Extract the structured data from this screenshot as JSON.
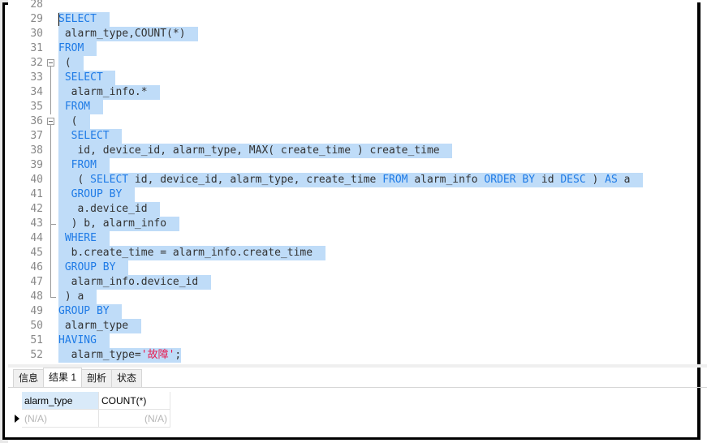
{
  "editor": {
    "lines": [
      {
        "n": "28",
        "fold": "",
        "tokens": []
      },
      {
        "n": "29",
        "fold": "",
        "tokens": [
          {
            "t": "SELECT",
            "k": "kw"
          },
          {
            "t": "  ",
            "k": ""
          }
        ]
      },
      {
        "n": "30",
        "fold": "",
        "tokens": [
          {
            "t": " alarm_type,COUNT(*)  ",
            "k": ""
          }
        ]
      },
      {
        "n": "31",
        "fold": "",
        "tokens": [
          {
            "t": "FROM",
            "k": "kw"
          },
          {
            "t": "  ",
            "k": ""
          }
        ]
      },
      {
        "n": "32",
        "fold": "open",
        "tokens": [
          {
            "t": " (  ",
            "k": ""
          }
        ]
      },
      {
        "n": "33",
        "fold": "line",
        "tokens": [
          {
            "t": " ",
            "k": ""
          },
          {
            "t": "SELECT",
            "k": "kw"
          },
          {
            "t": "  ",
            "k": ""
          }
        ]
      },
      {
        "n": "34",
        "fold": "line",
        "tokens": [
          {
            "t": "  alarm_info.*  ",
            "k": ""
          }
        ]
      },
      {
        "n": "35",
        "fold": "line",
        "tokens": [
          {
            "t": " ",
            "k": ""
          },
          {
            "t": "FROM",
            "k": "kw"
          },
          {
            "t": "  ",
            "k": ""
          }
        ]
      },
      {
        "n": "36",
        "fold": "open",
        "tokens": [
          {
            "t": "  (  ",
            "k": ""
          }
        ]
      },
      {
        "n": "37",
        "fold": "line",
        "tokens": [
          {
            "t": "  ",
            "k": ""
          },
          {
            "t": "SELECT",
            "k": "kw"
          },
          {
            "t": "  ",
            "k": ""
          }
        ]
      },
      {
        "n": "38",
        "fold": "line",
        "tokens": [
          {
            "t": "   id, device_id, alarm_type, MAX( create_time ) create_time  ",
            "k": ""
          }
        ]
      },
      {
        "n": "39",
        "fold": "line",
        "tokens": [
          {
            "t": "  ",
            "k": ""
          },
          {
            "t": "FROM",
            "k": "kw"
          },
          {
            "t": "  ",
            "k": ""
          }
        ]
      },
      {
        "n": "40",
        "fold": "line",
        "tokens": [
          {
            "t": "   ( ",
            "k": ""
          },
          {
            "t": "SELECT",
            "k": "kw"
          },
          {
            "t": " id, device_id, alarm_type, create_time ",
            "k": ""
          },
          {
            "t": "FROM",
            "k": "kw"
          },
          {
            "t": " alarm_info ",
            "k": ""
          },
          {
            "t": "ORDER BY",
            "k": "kw"
          },
          {
            "t": " id ",
            "k": ""
          },
          {
            "t": "DESC",
            "k": "kw"
          },
          {
            "t": " ) ",
            "k": ""
          },
          {
            "t": "AS",
            "k": "kw"
          },
          {
            "t": " a  ",
            "k": ""
          }
        ]
      },
      {
        "n": "41",
        "fold": "line",
        "tokens": [
          {
            "t": "  ",
            "k": ""
          },
          {
            "t": "GROUP BY",
            "k": "kw"
          },
          {
            "t": "  ",
            "k": ""
          }
        ]
      },
      {
        "n": "42",
        "fold": "line",
        "tokens": [
          {
            "t": "   a.device_id  ",
            "k": ""
          }
        ]
      },
      {
        "n": "43",
        "fold": "end",
        "tokens": [
          {
            "t": "  ) b, alarm_info  ",
            "k": ""
          }
        ]
      },
      {
        "n": "44",
        "fold": "line",
        "tokens": [
          {
            "t": " ",
            "k": ""
          },
          {
            "t": "WHERE",
            "k": "kw"
          },
          {
            "t": "  ",
            "k": ""
          }
        ]
      },
      {
        "n": "45",
        "fold": "line",
        "tokens": [
          {
            "t": "  b.create_time = alarm_info.create_time  ",
            "k": ""
          }
        ]
      },
      {
        "n": "46",
        "fold": "line",
        "tokens": [
          {
            "t": " ",
            "k": ""
          },
          {
            "t": "GROUP BY",
            "k": "kw"
          },
          {
            "t": "  ",
            "k": ""
          }
        ]
      },
      {
        "n": "47",
        "fold": "line",
        "tokens": [
          {
            "t": "  alarm_info.device_id  ",
            "k": ""
          }
        ]
      },
      {
        "n": "48",
        "fold": "end",
        "tokens": [
          {
            "t": " ) a  ",
            "k": ""
          }
        ]
      },
      {
        "n": "49",
        "fold": "",
        "tokens": [
          {
            "t": "GROUP BY",
            "k": "kw"
          },
          {
            "t": "  ",
            "k": ""
          }
        ]
      },
      {
        "n": "50",
        "fold": "",
        "tokens": [
          {
            "t": " alarm_type  ",
            "k": ""
          }
        ]
      },
      {
        "n": "51",
        "fold": "",
        "tokens": [
          {
            "t": "HAVING",
            "k": "kw"
          },
          {
            "t": "  ",
            "k": ""
          }
        ]
      },
      {
        "n": "52",
        "fold": "",
        "tokens": [
          {
            "t": "  alarm_type=",
            "k": ""
          },
          {
            "t": "'故障'",
            "k": "str"
          },
          {
            "t": ";",
            "k": ""
          }
        ]
      }
    ]
  },
  "tabs": [
    {
      "label": "信息",
      "active": false
    },
    {
      "label": "结果 1",
      "active": true
    },
    {
      "label": "剖析",
      "active": false
    },
    {
      "label": "状态",
      "active": false
    }
  ],
  "results": {
    "columns": [
      "alarm_type",
      "COUNT(*)"
    ],
    "rows": [
      [
        "(N/A)",
        "(N/A)"
      ]
    ]
  }
}
